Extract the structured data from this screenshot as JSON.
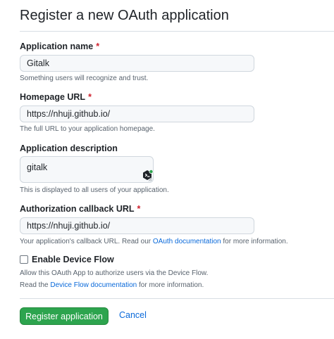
{
  "page": {
    "title": "Register a new OAuth application"
  },
  "fields": {
    "app_name": {
      "label": "Application name",
      "required_mark": "*",
      "value": "Gitalk",
      "hint": "Something users will recognize and trust."
    },
    "homepage": {
      "label": "Homepage URL",
      "required_mark": "*",
      "value": "https://nhuji.github.io/",
      "hint": "The full URL to your application homepage."
    },
    "description": {
      "label": "Application description",
      "value": "gitalk",
      "hint": "This is displayed to all users of your application."
    },
    "callback": {
      "label": "Authorization callback URL",
      "required_mark": "*",
      "value": "https://nhuji.github.io/",
      "hint_before": "Your application's callback URL. Read our ",
      "hint_link": "OAuth documentation",
      "hint_after": " for more information."
    }
  },
  "device_flow": {
    "label": "Enable Device Flow",
    "checked": false,
    "hint1": "Allow this OAuth App to authorize users via the Device Flow.",
    "hint2_before": "Read the ",
    "hint2_link": "Device Flow documentation",
    "hint2_after": " for more information."
  },
  "actions": {
    "register_label": "Register application",
    "cancel_label": "Cancel"
  },
  "colors": {
    "primary_button": "#2da44e",
    "link": "#0969da",
    "required": "#cf222e"
  },
  "icons": {
    "extension": "grammar-extension-icon",
    "resize": "resize-grip-icon"
  }
}
